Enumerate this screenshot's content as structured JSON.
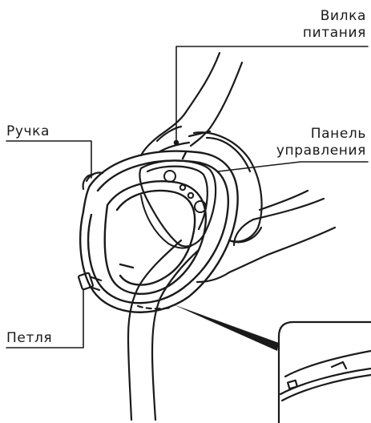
{
  "labels": {
    "plug_line1": "Вилка",
    "plug_line2": "питания",
    "handle": "Ручка",
    "panel_line1": "Панель",
    "panel_line2": "управления",
    "hinge": "Петля"
  },
  "colors": {
    "ink": "#1a1a1a",
    "background": "#ffffff"
  }
}
